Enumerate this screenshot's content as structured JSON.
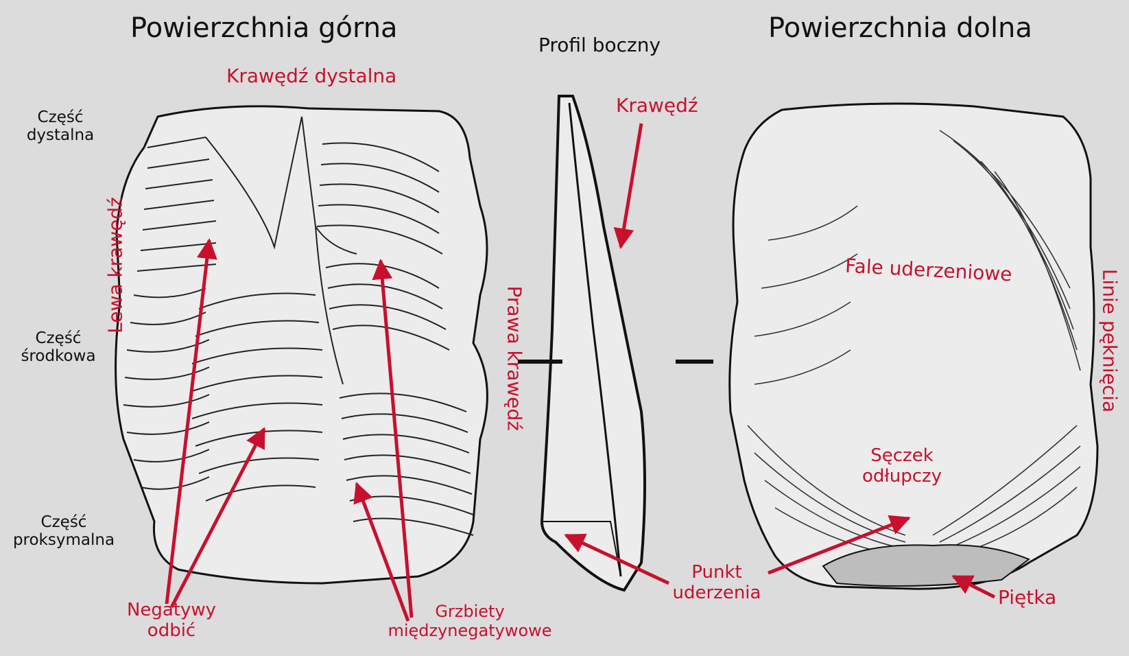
{
  "titles": {
    "upper": "Powierzchnia górna",
    "profile": "Profil boczny",
    "lower": "Powierzchnia dolna"
  },
  "parts": {
    "distal": [
      "Część",
      "dystalna"
    ],
    "middle": [
      "Część",
      "środkowa"
    ],
    "proximal": [
      "Część",
      "proksymalna"
    ]
  },
  "labels": {
    "distal_edge": "Krawędź dystalna",
    "left_edge": "Lewa krawędź",
    "right_edge": "Prawa krawędź",
    "edge": "Krawędź",
    "waves": "Fale uderzeniowe",
    "fissures": "Linie pęknięcia",
    "bulb": [
      "Sęczek",
      "odłupczy"
    ],
    "impact": [
      "Punkt",
      "uderzenia"
    ],
    "heel": "Piętka",
    "negatives": [
      "Negatywy",
      "odbić"
    ],
    "ridges": [
      "Grzbiety",
      "międzynegatywowe"
    ]
  },
  "colors": {
    "annotation": "#c8102e",
    "ink": "#111111",
    "background": "#dcdcdc"
  }
}
